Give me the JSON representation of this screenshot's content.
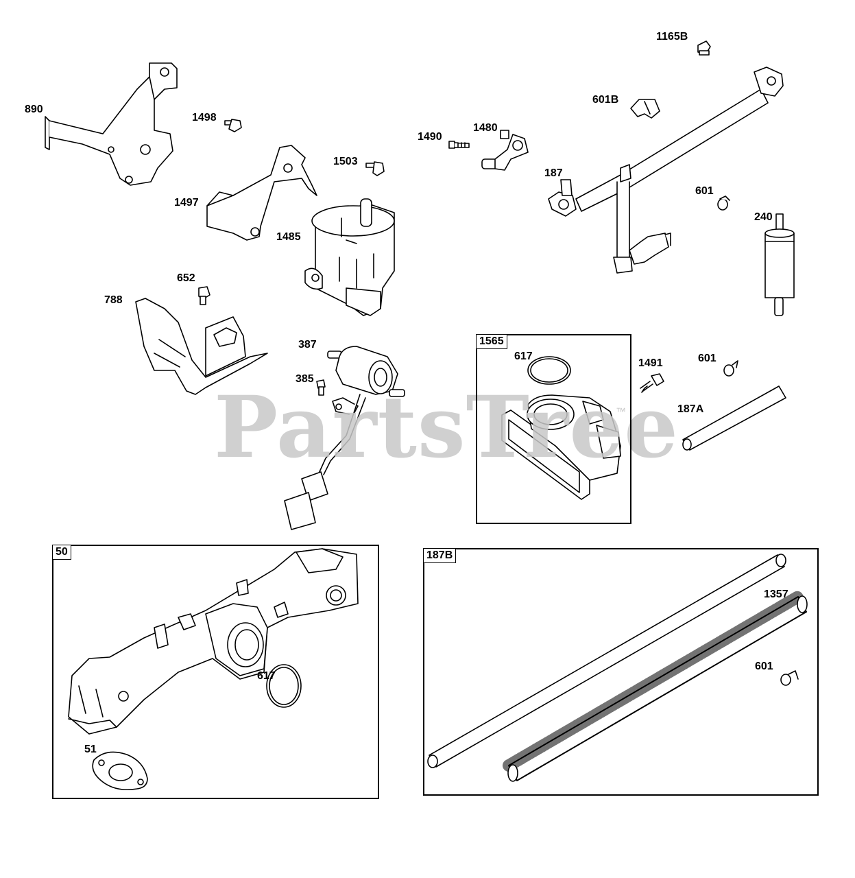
{
  "watermark": {
    "text": "PartsTree",
    "tm": "™"
  },
  "labels": {
    "p890": "890",
    "p1498": "1498",
    "p1497": "1497",
    "p1503": "1503",
    "p1485": "1485",
    "p1490": "1490",
    "p1480": "1480",
    "p1165B": "1165B",
    "p601B": "601B",
    "p187": "187",
    "p601a": "601",
    "p240": "240",
    "p652": "652",
    "p788": "788",
    "p387": "387",
    "p385": "385",
    "p617a": "617",
    "p1491": "1491",
    "p601b": "601",
    "p187A": "187A",
    "p617b": "617",
    "p51": "51",
    "p1357": "1357",
    "p601c": "601"
  },
  "panels": {
    "kit1565": "1565",
    "kit50": "50",
    "kit187B": "187B"
  }
}
